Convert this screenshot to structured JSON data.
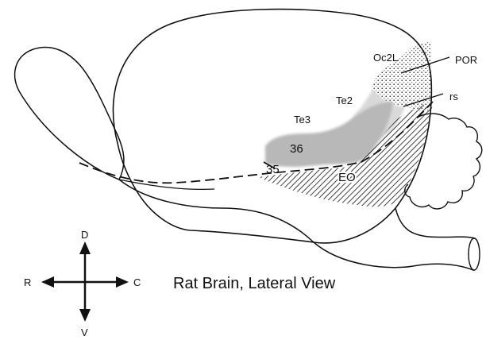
{
  "caption": "Rat Brain, Lateral View",
  "region_labels": {
    "oc2l": "Oc2L",
    "por": "POR",
    "rs": "rs",
    "te2": "Te2",
    "te3": "Te3",
    "a36": "36",
    "a35": "35",
    "eo": "EO"
  },
  "compass": {
    "dorsal": "D",
    "ventral": "V",
    "rostral": "R",
    "caudal": "C"
  },
  "colors": {
    "outline": "#111111",
    "area36_fill": "#b8b8b8",
    "te2_fill": "#d6d6d6"
  }
}
